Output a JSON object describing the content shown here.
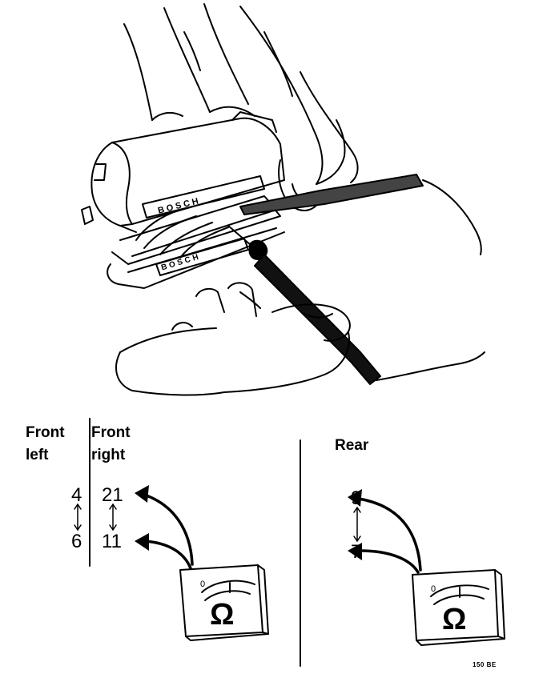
{
  "labels": {
    "front_left_line1": "Front",
    "front_left_line2": "left",
    "front_right_line1": "Front",
    "front_right_line2": "right",
    "rear": "Rear"
  },
  "pins": {
    "front_left_top": "4",
    "front_left_bottom": "6",
    "front_right_top": "21",
    "front_right_bottom": "11",
    "rear_top": "9",
    "rear_bottom": "7"
  },
  "meter": {
    "symbol": "Ω",
    "scale_zero": "0"
  },
  "device": {
    "brand": "BOSCH"
  },
  "figure_number": "150 BE"
}
